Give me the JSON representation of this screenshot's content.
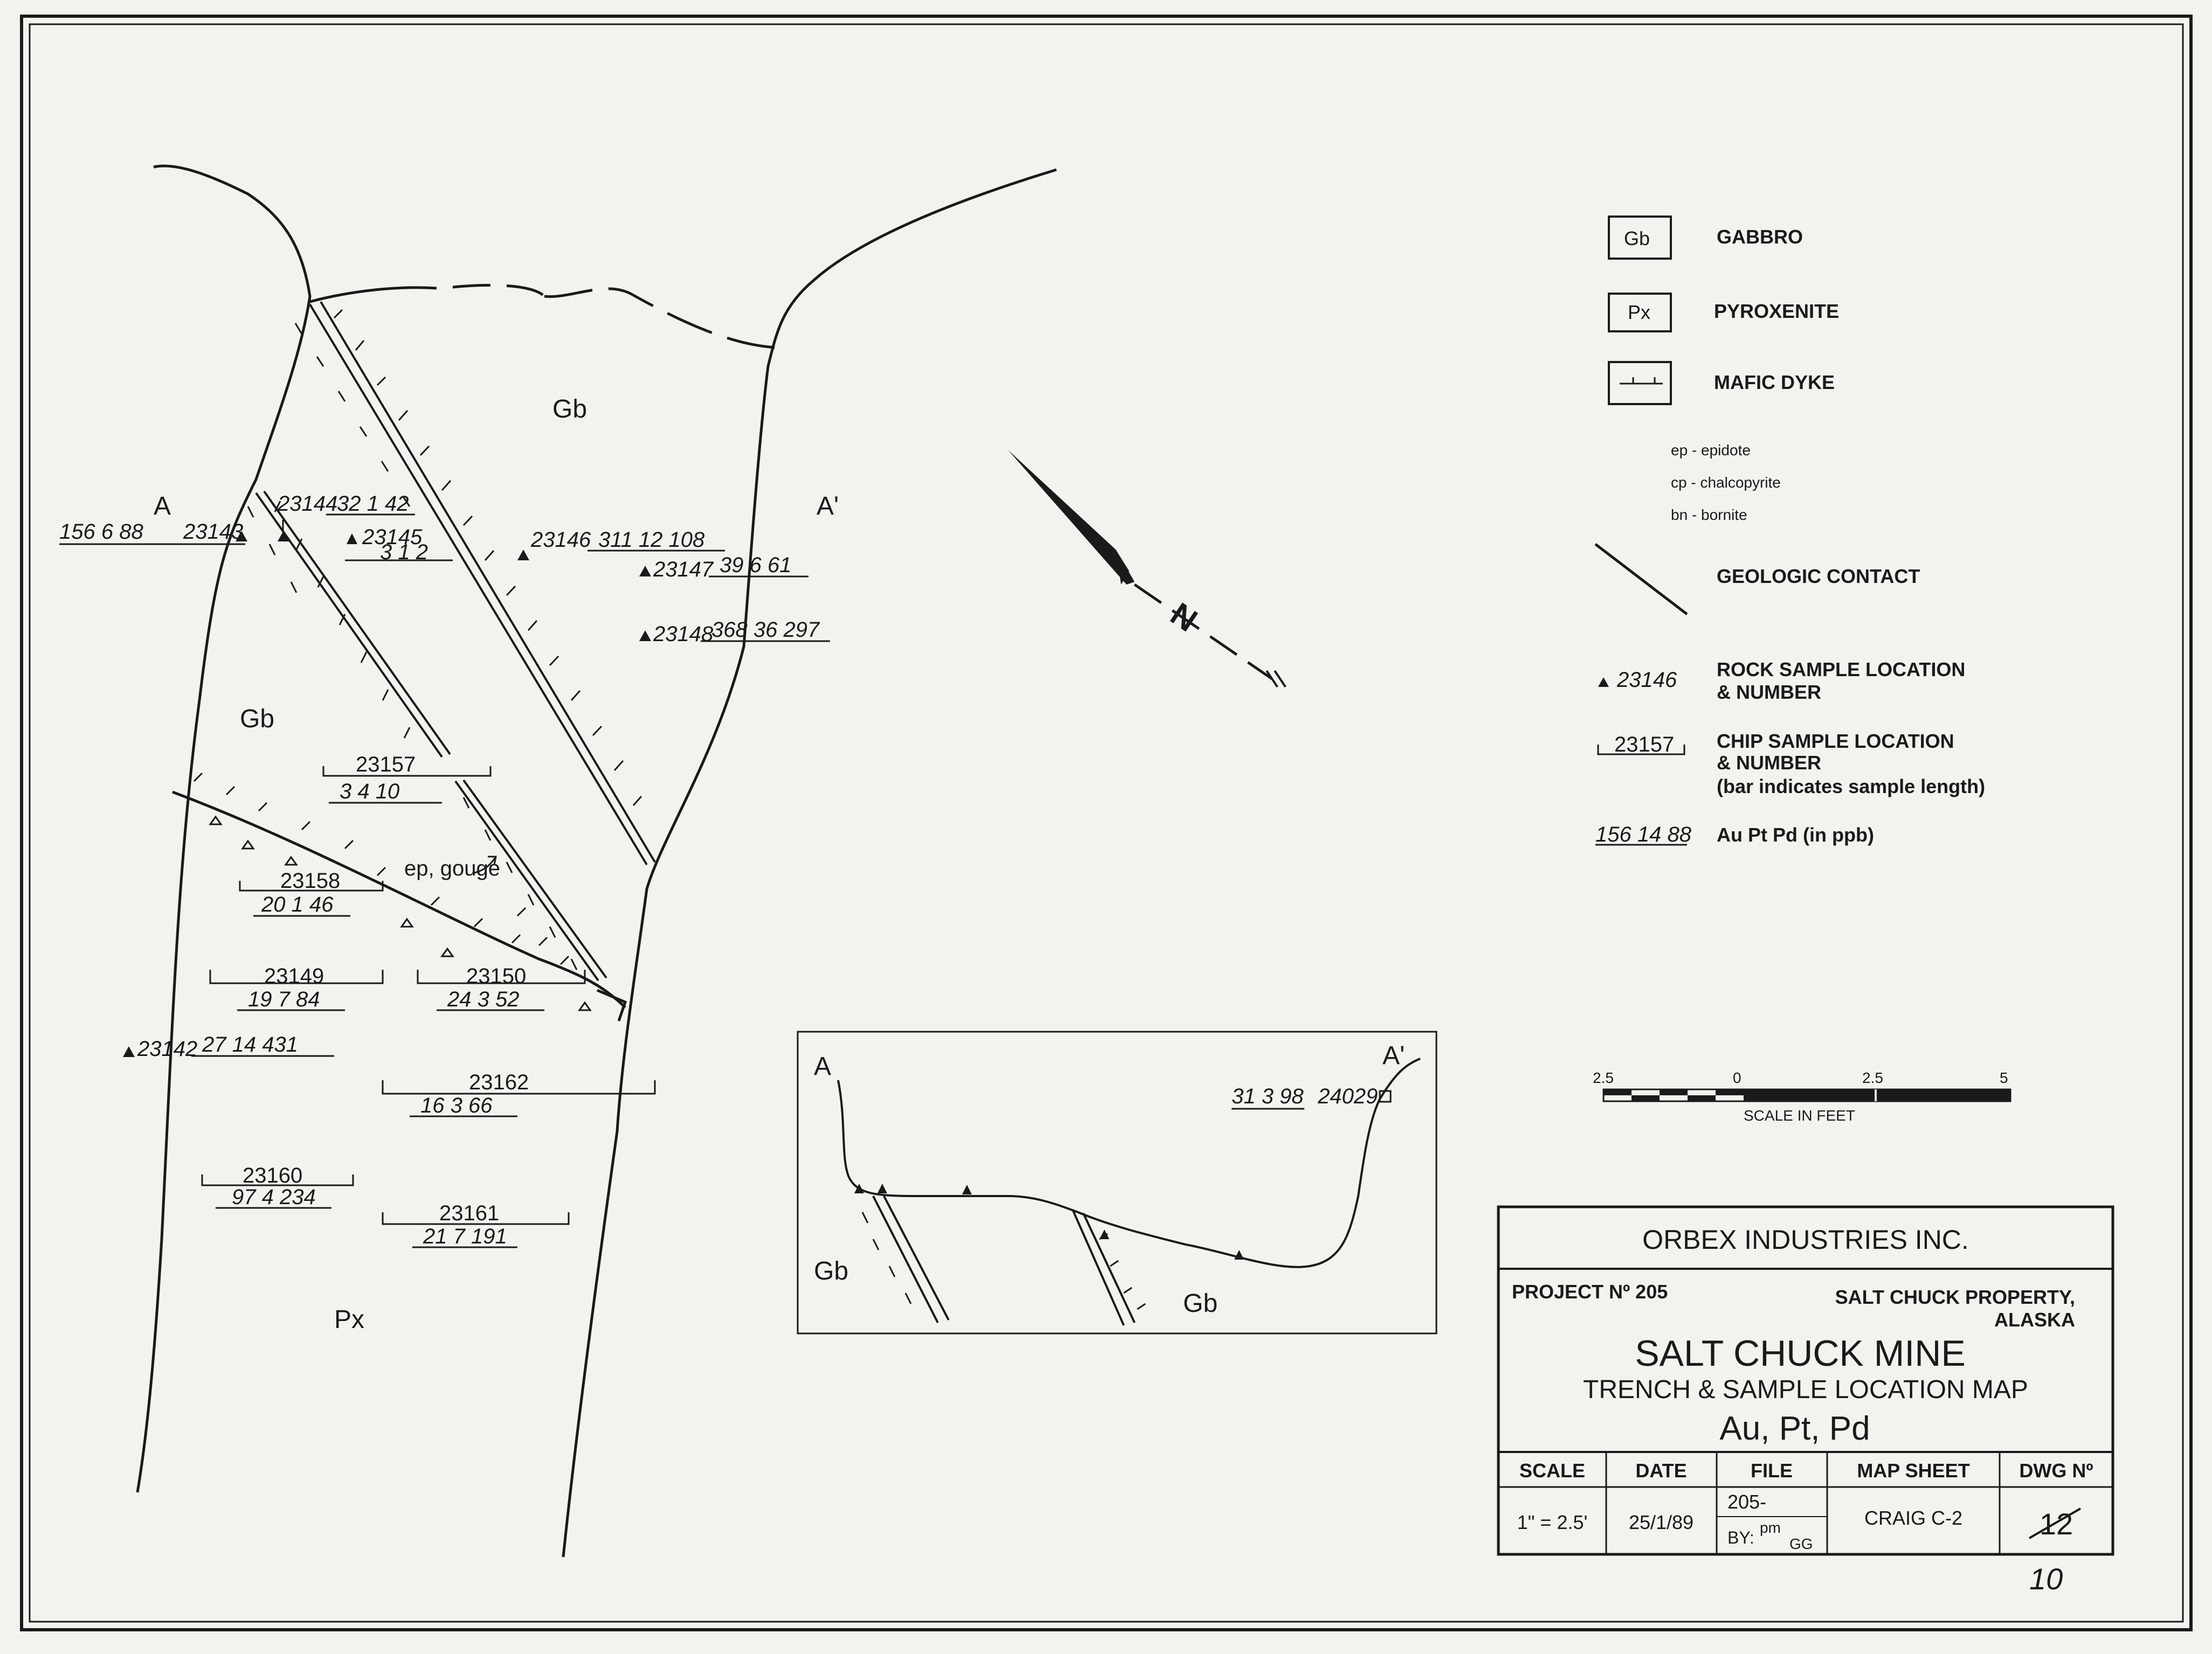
{
  "units": {
    "gb_upper": "Gb",
    "gb_mid": "Gb",
    "px": "Px",
    "section_a": "A",
    "section_a_prime": "A'"
  },
  "rock_samples": [
    {
      "id": "23143",
      "au_pt_pd": "156  6  88"
    },
    {
      "id": "23144",
      "au_pt_pd": "32  1  42"
    },
    {
      "id": "23145",
      "au_pt_pd": "3  1  2"
    },
    {
      "id": "23146",
      "au_pt_pd": "311  12  108"
    },
    {
      "id": "23147",
      "au_pt_pd": "39  6  61"
    },
    {
      "id": "23148",
      "au_pt_pd": "368  36  297"
    },
    {
      "id": "23142",
      "au_pt_pd": "27  14  431"
    }
  ],
  "chip_samples": [
    {
      "id": "23157",
      "au_pt_pd": "3  4  10"
    },
    {
      "id": "23158",
      "au_pt_pd": "20  1  46"
    },
    {
      "id": "23149",
      "au_pt_pd": "19  7  84"
    },
    {
      "id": "23150",
      "au_pt_pd": "24  3  52"
    },
    {
      "id": "23162",
      "au_pt_pd": "16  3  66"
    },
    {
      "id": "23160",
      "au_pt_pd": "97  4  234"
    },
    {
      "id": "23161",
      "au_pt_pd": "21  7  191"
    }
  ],
  "annotation_ep_gouge": "ep, gouge",
  "north_label": "N",
  "legend": {
    "gabbro_symbol": "Gb",
    "gabbro": "GABBRO",
    "pyroxenite_symbol": "Px",
    "pyroxenite": "PYROXENITE",
    "mafic_dyke": "MAFIC DYKE",
    "ep": "ep  -  epidote",
    "cp": "cp  -  chalcopyrite",
    "bn": "bn  -  bornite",
    "contact": "GEOLOGIC CONTACT",
    "rock_example": "23146",
    "rock_line1": "ROCK SAMPLE LOCATION",
    "rock_line2": "& NUMBER",
    "chip_example": "23157",
    "chip_line1": "CHIP SAMPLE LOCATION",
    "chip_line2": "& NUMBER",
    "chip_line3": "(bar indicates sample length)",
    "aupt_example": "156  14  88",
    "aupt_label": "Au  Pt  Pd  (in ppb)"
  },
  "scale_bar": {
    "ticks": [
      "2.5",
      "0",
      "2.5",
      "5"
    ],
    "label": "SCALE IN FEET"
  },
  "section": {
    "a": "A",
    "a_prime": "A'",
    "gb_left": "Gb",
    "gb_right": "Gb",
    "sample_values": "31  3  98",
    "sample_id": "24029"
  },
  "title_block": {
    "company": "ORBEX INDUSTRIES INC.",
    "project": "PROJECT Nº 205",
    "property_line1": "SALT CHUCK PROPERTY,",
    "property_line2": "ALASKA",
    "title": "SALT CHUCK MINE",
    "subtitle": "TRENCH & SAMPLE LOCATION MAP",
    "elements": "Au, Pt, Pd",
    "col_scale": "SCALE",
    "col_date": "DATE",
    "col_file": "FILE",
    "col_sheet": "MAP SHEET",
    "col_dwg": "DWG Nº",
    "val_scale": "1\" = 2.5'",
    "val_date": "25/1/89",
    "val_file": "205-",
    "val_by": "BY:",
    "val_by_initials_1": "pm",
    "val_by_initials_2": "GG",
    "val_sheet": "CRAIG C-2",
    "val_dwg": "12"
  },
  "page_number": "10"
}
